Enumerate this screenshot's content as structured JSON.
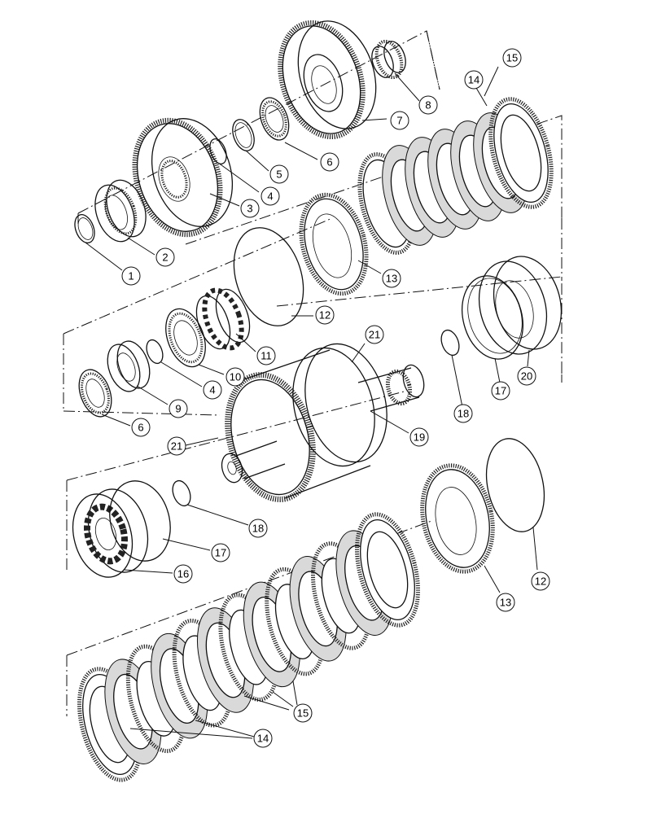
{
  "diagram": {
    "callouts": [
      {
        "id": "c-15-top",
        "label": "15"
      },
      {
        "id": "c-14-top",
        "label": "14"
      },
      {
        "id": "c-8",
        "label": "8"
      },
      {
        "id": "c-7",
        "label": "7"
      },
      {
        "id": "c-6-top",
        "label": "6"
      },
      {
        "id": "c-5",
        "label": "5"
      },
      {
        "id": "c-4-top",
        "label": "4"
      },
      {
        "id": "c-3",
        "label": "3"
      },
      {
        "id": "c-2",
        "label": "2"
      },
      {
        "id": "c-1",
        "label": "1"
      },
      {
        "id": "c-13-top",
        "label": "13"
      },
      {
        "id": "c-12-top",
        "label": "12"
      },
      {
        "id": "c-11",
        "label": "11"
      },
      {
        "id": "c-10",
        "label": "10"
      },
      {
        "id": "c-4-mid",
        "label": "4"
      },
      {
        "id": "c-9",
        "label": "9"
      },
      {
        "id": "c-6-mid",
        "label": "6"
      },
      {
        "id": "c-21-top",
        "label": "21"
      },
      {
        "id": "c-18-right",
        "label": "18"
      },
      {
        "id": "c-17-right",
        "label": "17"
      },
      {
        "id": "c-20",
        "label": "20"
      },
      {
        "id": "c-19",
        "label": "19"
      },
      {
        "id": "c-21-left",
        "label": "21"
      },
      {
        "id": "c-18-left",
        "label": "18"
      },
      {
        "id": "c-17-left",
        "label": "17"
      },
      {
        "id": "c-16",
        "label": "16"
      },
      {
        "id": "c-13-bottom",
        "label": "13"
      },
      {
        "id": "c-12-bottom",
        "label": "12"
      },
      {
        "id": "c-15-bottom",
        "label": "15"
      },
      {
        "id": "c-14-bottom",
        "label": "14"
      }
    ]
  }
}
